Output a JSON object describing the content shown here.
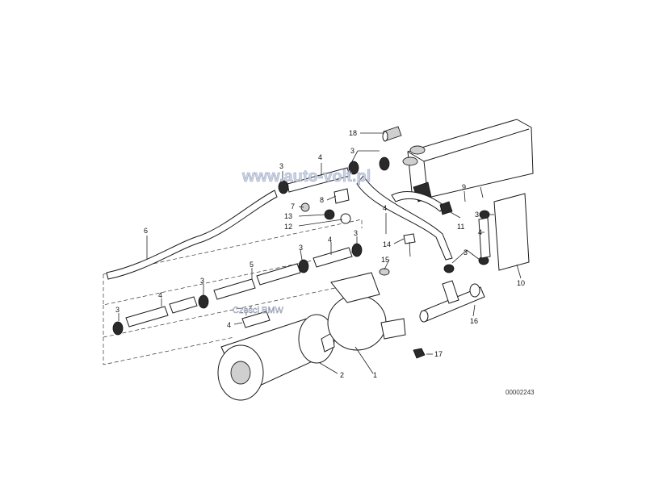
{
  "watermark": {
    "site": "www.auto-volt.pl",
    "caption": "Części BMW"
  },
  "drawing_code": "00002243",
  "callouts": {
    "c1": "1",
    "c2": "2",
    "c3a": "3",
    "c3b": "3",
    "c3c": "3",
    "c3d": "3",
    "c3e": "3",
    "c3f": "3",
    "c3g": "3",
    "c3h": "3",
    "c4a": "4",
    "c4b": "4",
    "c4c": "4",
    "c4d": "4",
    "c4e": "4",
    "c4f": "4",
    "c5": "5",
    "c6": "6",
    "c7": "7",
    "c8": "8",
    "c9": "9",
    "c10": "10",
    "c11": "11",
    "c12": "12",
    "c13": "13",
    "c14": "14",
    "c15": "15",
    "c16": "16",
    "c17": "17",
    "c18": "18"
  }
}
